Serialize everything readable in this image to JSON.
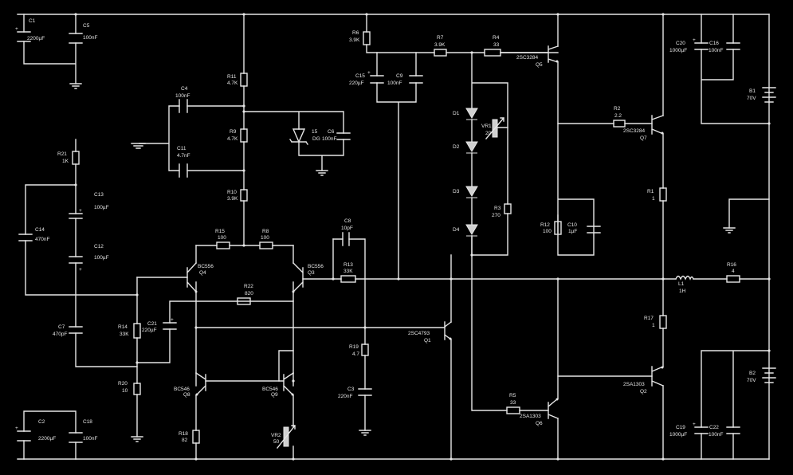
{
  "components": [
    {
      "id": "C1",
      "name": "C1",
      "value": "2200µF"
    },
    {
      "id": "C5",
      "name": "C5",
      "value": "100nF"
    },
    {
      "id": "C2",
      "name": "C2",
      "value": "2200µF"
    },
    {
      "id": "C18",
      "name": "C18",
      "value": "100nF"
    },
    {
      "id": "R21",
      "name": "R21",
      "value": "1K"
    },
    {
      "id": "C13",
      "name": "C13",
      "value": "100µF"
    },
    {
      "id": "C14",
      "name": "C14",
      "value": "470nF"
    },
    {
      "id": "C12",
      "name": "C12",
      "value": "100µF"
    },
    {
      "id": "C7",
      "name": "C7",
      "value": "470pF"
    },
    {
      "id": "R14",
      "name": "R14",
      "value": "33K"
    },
    {
      "id": "C21",
      "name": "C21",
      "value": "220µF"
    },
    {
      "id": "R20",
      "name": "R20",
      "value": "10"
    },
    {
      "id": "R11",
      "name": "R11",
      "value": "4.7K"
    },
    {
      "id": "C4",
      "name": "C4",
      "value": "100nF"
    },
    {
      "id": "C11",
      "name": "C11",
      "value": "4.7nF"
    },
    {
      "id": "R9",
      "name": "R9",
      "value": "4.7K"
    },
    {
      "id": "R10",
      "name": "R10",
      "value": "3.9K"
    },
    {
      "id": "C6",
      "name": "C6",
      "value": "100nF"
    },
    {
      "id": "Z1",
      "name": "15",
      "value": "DG"
    },
    {
      "id": "R15",
      "name": "R15",
      "value": "100"
    },
    {
      "id": "R8",
      "name": "R8",
      "value": "100"
    },
    {
      "id": "Q4",
      "name": "Q4",
      "value": "BC556"
    },
    {
      "id": "Q3",
      "name": "Q3",
      "value": "BC556"
    },
    {
      "id": "R22",
      "name": "R22",
      "value": "820"
    },
    {
      "id": "C8",
      "name": "C8",
      "value": "10pF"
    },
    {
      "id": "R13",
      "name": "R13",
      "value": "33K"
    },
    {
      "id": "Q8",
      "name": "Q8",
      "value": "BC546"
    },
    {
      "id": "Q9",
      "name": "Q9",
      "value": "BC546"
    },
    {
      "id": "R18",
      "name": "R18",
      "value": "82"
    },
    {
      "id": "VR2",
      "name": "VR2",
      "value": "50"
    },
    {
      "id": "R19",
      "name": "R19",
      "value": "4.7"
    },
    {
      "id": "C3",
      "name": "C3",
      "value": "220nF"
    },
    {
      "id": "R6",
      "name": "R6",
      "value": "3.9K"
    },
    {
      "id": "C15",
      "name": "C15",
      "value": "220µF"
    },
    {
      "id": "C9",
      "name": "C9",
      "value": "100nF"
    },
    {
      "id": "R7",
      "name": "R7",
      "value": "3.9K"
    },
    {
      "id": "R4",
      "name": "R4",
      "value": "33"
    },
    {
      "id": "D1",
      "name": "D1",
      "value": ""
    },
    {
      "id": "D2",
      "name": "D2",
      "value": ""
    },
    {
      "id": "D3",
      "name": "D3",
      "value": ""
    },
    {
      "id": "D4",
      "name": "D4",
      "value": ""
    },
    {
      "id": "VR1",
      "name": "VR1",
      "value": "20"
    },
    {
      "id": "R3",
      "name": "R3",
      "value": "270"
    },
    {
      "id": "Q1",
      "name": "Q1",
      "value": "2SC4793"
    },
    {
      "id": "R5",
      "name": "R5",
      "value": "33"
    },
    {
      "id": "Q5",
      "name": "Q5",
      "value": "2SC3284"
    },
    {
      "id": "Q6",
      "name": "Q6",
      "value": "2SA1303"
    },
    {
      "id": "R12",
      "name": "R12",
      "value": "100"
    },
    {
      "id": "C10",
      "name": "C10",
      "value": "1µF"
    },
    {
      "id": "R2",
      "name": "R2",
      "value": "2.2"
    },
    {
      "id": "Q7",
      "name": "Q7",
      "value": "2SC3284"
    },
    {
      "id": "R1",
      "name": "R1",
      "value": "1"
    },
    {
      "id": "R17",
      "name": "R17",
      "value": "1"
    },
    {
      "id": "Q2",
      "name": "Q2",
      "value": "2SA1303"
    },
    {
      "id": "L1",
      "name": "L1",
      "value": "1H"
    },
    {
      "id": "R16",
      "name": "R16",
      "value": "4"
    },
    {
      "id": "C20",
      "name": "C20",
      "value": "1000µF"
    },
    {
      "id": "C16",
      "name": "C16",
      "value": "100nF"
    },
    {
      "id": "B1",
      "name": "B1",
      "value": "70V"
    },
    {
      "id": "C19",
      "name": "C19",
      "value": "1000µF"
    },
    {
      "id": "C22",
      "name": "C22",
      "value": "100nF"
    },
    {
      "id": "B2",
      "name": "B2",
      "value": "70V"
    }
  ]
}
